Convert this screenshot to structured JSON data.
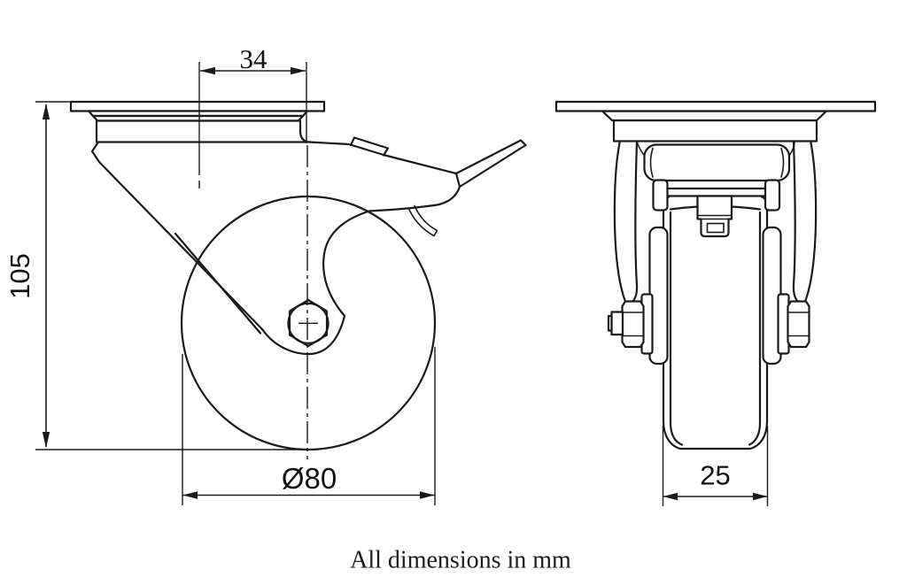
{
  "drawing": {
    "note": "All dimensions in mm",
    "dimensions": {
      "plate_hole_spacing": "34",
      "overall_height": "105",
      "wheel_diameter": "Ø80",
      "wheel_width": "25"
    },
    "colors": {
      "line": "#1a1a1a",
      "background": "#ffffff"
    }
  }
}
